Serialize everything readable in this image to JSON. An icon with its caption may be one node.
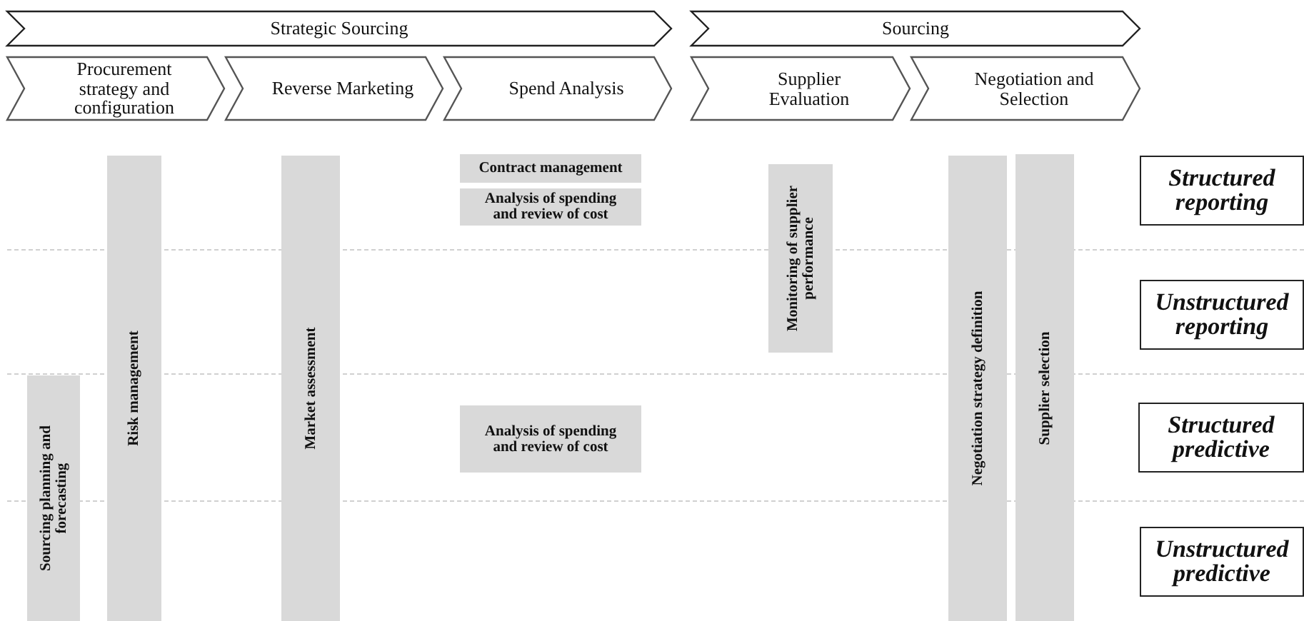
{
  "diagram": {
    "nodes": [
      {
        "text": [
          "Strategic Sourcing"
        ]
      },
      {
        "text": [
          "Sourcing"
        ]
      },
      {
        "text": [
          "Procurement strategy and configuration"
        ]
      },
      {
        "text": [
          "Reverse Marketing"
        ]
      },
      {
        "text": [
          "Spend Analysis"
        ]
      },
      {
        "text": [
          "Supplier Evaluation"
        ]
      },
      {
        "text": [
          "Negotiation and Selection"
        ]
      },
      {
        "text": [
          "Contract management"
        ]
      },
      {
        "text": [
          "Analysis of spending and review of cost"
        ]
      },
      {
        "text": [
          "Monitoring of supplier performance"
        ]
      },
      {
        "text": [
          "Risk management"
        ]
      },
      {
        "text": [
          "Market assessment"
        ]
      },
      {
        "text": [
          "Sourcing planning and forecasting"
        ]
      },
      {
        "text": [
          "Analysis of spending and review of cost"
        ]
      },
      {
        "text": [
          "Negotiation strategy definition"
        ]
      },
      {
        "text": [
          "Supplier selection"
        ]
      },
      {
        "text": [
          "Structured reporting"
        ]
      },
      {
        "text": [
          "Unstructured reporting"
        ]
      },
      {
        "text": [
          "Structured predictive"
        ]
      },
      {
        "text": [
          "Unstructured predictive"
        ]
      }
    ]
  }
}
